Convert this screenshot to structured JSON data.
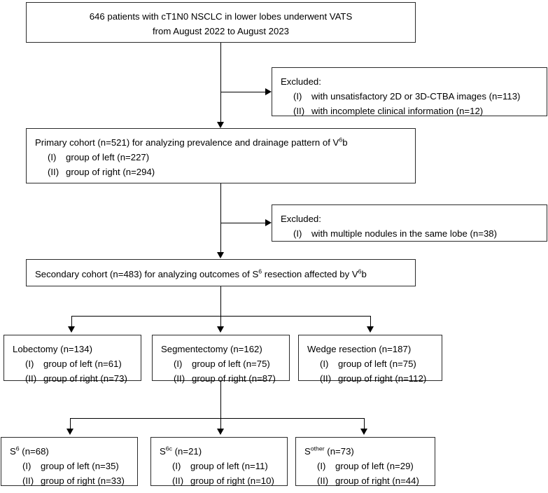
{
  "diagram": {
    "title": "CONSORT-style patient flow diagram",
    "colors": {
      "line": "#000000",
      "border": "#2b2b2b",
      "background": "#ffffff",
      "text": "#000000"
    },
    "enrollment": {
      "line1": "646 patients with cT1N0 NSCLC in lower lobes underwent VATS",
      "line2": "from August 2022 to August 2023"
    },
    "excluded_1": {
      "heading": "Excluded:",
      "items": [
        {
          "marker": "(I)",
          "text": "with unsatisfactory 2D or 3D-CTBA images (n=113)"
        },
        {
          "marker": "(II)",
          "text": "with incomplete clinical information (n=12)"
        }
      ]
    },
    "primary_cohort": {
      "heading_pre": "Primary cohort (n=521) for analyzing prevalence and drainage pattern of V",
      "heading_sup": "6",
      "heading_post": "b",
      "items": [
        {
          "marker": "(I)",
          "text": "group of left (n=227)"
        },
        {
          "marker": "(II)",
          "text": "group of right (n=294)"
        }
      ]
    },
    "excluded_2": {
      "heading": "Excluded:",
      "items": [
        {
          "marker": "(I)",
          "text": "with multiple nodules in the same lobe (n=38)"
        }
      ]
    },
    "secondary_cohort": {
      "part1": "Secondary cohort (n=483) for analyzing outcomes of S",
      "sup1": "6",
      "part2": " resection affected by V",
      "sup2": "6",
      "part3": "b"
    },
    "procedures": [
      {
        "heading": "Lobectomy (n=134)",
        "items": [
          {
            "marker": "(I)",
            "text": "group of left (n=61)"
          },
          {
            "marker": "(II)",
            "text": "group of right (n=73)"
          }
        ]
      },
      {
        "heading": "Segmentectomy (n=162)",
        "items": [
          {
            "marker": "(I)",
            "text": "group of left (n=75)"
          },
          {
            "marker": "(II)",
            "text": "group of right (n=87)"
          }
        ]
      },
      {
        "heading": "Wedge resection (n=187)",
        "items": [
          {
            "marker": "(I)",
            "text": "group of left (n=75)"
          },
          {
            "marker": "(II)",
            "text": "group of right (n=112)"
          }
        ]
      }
    ],
    "segment_types": [
      {
        "symbol": "S",
        "sup": "6",
        "heading_post": " (n=68)",
        "items": [
          {
            "marker": "(I)",
            "text": "group of left (n=35)"
          },
          {
            "marker": "(II)",
            "text": "group of right (n=33)"
          }
        ]
      },
      {
        "symbol": "S",
        "sup": "6c",
        "heading_post": " (n=21)",
        "items": [
          {
            "marker": "(I)",
            "text": "group of left (n=11)"
          },
          {
            "marker": "(II)",
            "text": "group of right (n=10)"
          }
        ]
      },
      {
        "symbol": "S",
        "sup": "other",
        "heading_post": " (n=73)",
        "items": [
          {
            "marker": "(I)",
            "text": "group of left (n=29)"
          },
          {
            "marker": "(II)",
            "text": "group of right (n=44)"
          }
        ]
      }
    ]
  }
}
